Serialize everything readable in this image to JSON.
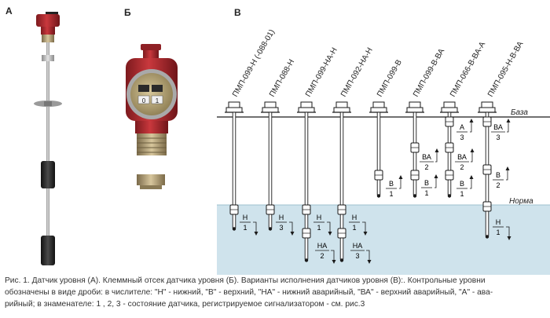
{
  "panels": {
    "a_label": "А",
    "b_label": "Б",
    "v_label": "В"
  },
  "gauge_face": {
    "digit_1": "0",
    "digit_2": "1"
  },
  "models": [
    "ПМП-099-Н (-088-01)",
    "ПМП-088-Н",
    "ПМП-099-НА-Н",
    "ПМП-092-НА-Н",
    "ПМП-099-В",
    "ПМП-099-В-ВА",
    "ПМП-066-В-ВА-А",
    "ПМП-095-Н-В-ВА"
  ],
  "levels": {
    "base": "База",
    "norm": "Норма"
  },
  "fractions": [
    {
      "num": "Н",
      "den": "1"
    },
    {
      "num": "Н",
      "den": "3"
    },
    {
      "num": "Н",
      "den": "1"
    },
    {
      "num": "Н",
      "den": "1"
    },
    {
      "num": "НА",
      "den": "2"
    },
    {
      "num": "НА",
      "den": "3"
    },
    {
      "num": "В",
      "den": "1"
    },
    {
      "num": "ВА",
      "den": "2"
    },
    {
      "num": "В",
      "den": "1"
    },
    {
      "num": "А",
      "den": "3"
    },
    {
      "num": "ВА",
      "den": "2"
    },
    {
      "num": "В",
      "den": "1"
    },
    {
      "num": "ВА",
      "den": "3"
    },
    {
      "num": "В",
      "den": "2"
    },
    {
      "num": "Н",
      "den": "1"
    }
  ],
  "caption": {
    "line1": "Рис. 1. Датчик уровня (А). Клеммный отсек датчика уровня (Б). Варианты исполнения датчиков уровня (В):. Контрольные уровни",
    "line2": "обозначены в виде дроби:   в числителе: \"Н\" - нижний, \"В\" - верхний, \"НА\" - нижний аварийный, \"ВА\" - верхний аварийный, \"А\" - ава-",
    "line3": "рийный; в знаменателе: 1 , 2, 3 - состояние датчика, регистрируемое сигнализатором - см. рис.3"
  },
  "colors": {
    "water": "#cfe3ec",
    "housing_red": "#b02a2f",
    "rod": "#b9b9b9",
    "float": "#2b2b2b",
    "line": "#1a1a1a"
  }
}
